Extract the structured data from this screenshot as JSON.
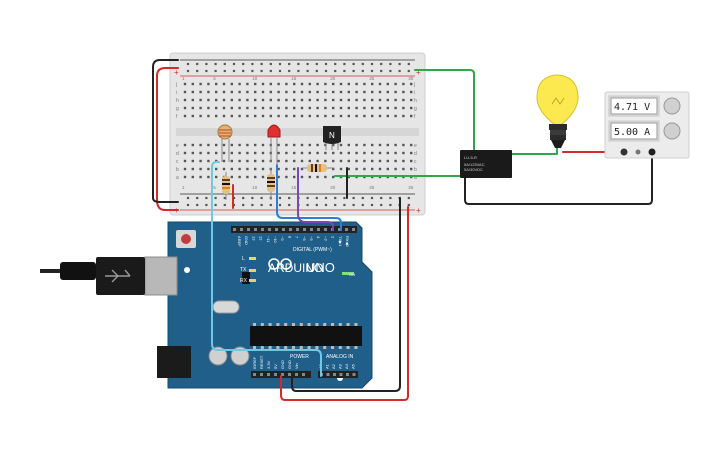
{
  "arduino": {
    "brand": "ARDUINO",
    "model": "UNO",
    "digital_header": "DIGITAL (PWM~)",
    "aref": "AREF",
    "gnd": "GND",
    "pins_top": [
      "13",
      "12",
      "~11",
      "~10",
      "~9",
      "8",
      "7",
      "~6",
      "~5",
      "4",
      "~3",
      "2",
      "TX▶1",
      "RX◀0"
    ],
    "power_label": "POWER",
    "analog_label": "ANALOG IN",
    "power_pins": [
      "IOREF",
      "RESET",
      "3.3V",
      "5V",
      "GND",
      "GND",
      "Vin"
    ],
    "analog_pins": [
      "A0",
      "A1",
      "A2",
      "A3",
      "A4",
      "A5"
    ],
    "led_labels": [
      "L",
      "TX",
      "RX"
    ],
    "on_label": "ON"
  },
  "breadboard": {
    "columns": [
      "1",
      "",
      "",
      "",
      "5",
      "",
      "",
      "",
      "",
      "10",
      "",
      "",
      "",
      "",
      "15",
      "",
      "",
      "",
      "",
      "20",
      "",
      "",
      "",
      "",
      "25",
      "",
      "",
      "",
      "",
      "30"
    ],
    "rows_top": [
      "j",
      "i",
      "h",
      "g",
      "f"
    ],
    "rows_bottom": [
      "e",
      "d",
      "c",
      "b",
      "a"
    ]
  },
  "components": {
    "transistor_label": "N",
    "relay_label_1": "LU-5-R",
    "relay_label_2": "5A/125VAC",
    "relay_label_3": "5A/30VDC"
  },
  "power_supply": {
    "voltage_readout": "4.71 V",
    "current_readout": "5.00 A"
  },
  "colors": {
    "board": "#1f5f8a",
    "wire_red": "#d42a2a",
    "wire_black": "#222222",
    "wire_green": "#2fa84a",
    "wire_blue": "#2b7fd6",
    "wire_cyan": "#6ec8e6",
    "wire_purple": "#7a45b8"
  }
}
